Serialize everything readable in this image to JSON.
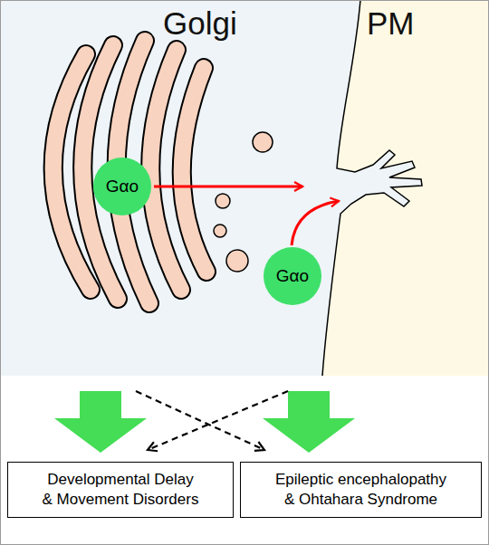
{
  "diagram": {
    "nodes": [
      {
        "text": [
          "Gαo"
        ]
      },
      {
        "text": [
          "Gαo"
        ]
      },
      {
        "text": [
          "Developmental Delay & Movement Disorders"
        ]
      },
      {
        "text": [
          "Epileptic encephalopathy & Ohtahara Syndrome"
        ]
      }
    ],
    "labels": [
      "Golgi",
      "PM"
    ]
  }
}
